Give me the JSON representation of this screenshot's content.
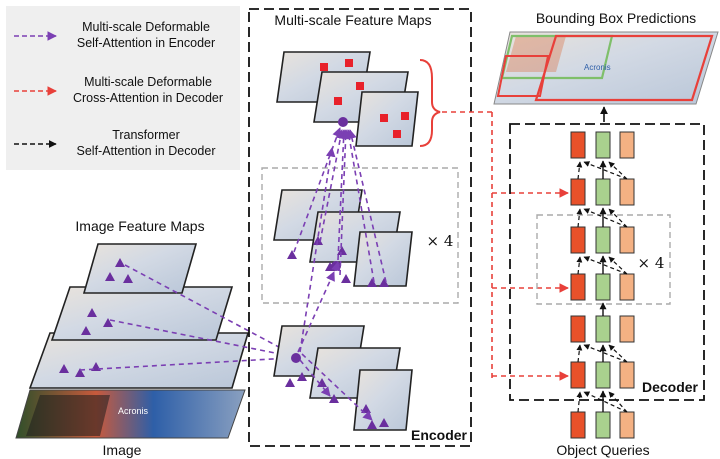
{
  "legend": {
    "items": [
      {
        "line1": "Multi-scale Deformable",
        "line2": "Self-Attention in Encoder",
        "color": "#7b3fb3"
      },
      {
        "line1": "Multi-scale Deformable",
        "line2": "Cross-Attention in Decoder",
        "color": "#e8403a"
      },
      {
        "line1": "Transformer",
        "line2": "Self-Attention in Decoder",
        "color": "#111111"
      }
    ]
  },
  "labels": {
    "image_feature_maps": "Image Feature Maps",
    "image": "Image",
    "multi_scale_feature_maps": "Multi-scale Feature Maps",
    "encoder": "Encoder",
    "repeat_encoder": "× 4",
    "bounding_box_predictions": "Bounding Box Predictions",
    "decoder": "Decoder",
    "repeat_decoder": "× 4",
    "object_queries": "Object Queries",
    "jersey_text": "Acronis"
  },
  "colors": {
    "purple": "#7b3fb3",
    "red": "#e8403a",
    "black": "#111111",
    "token_red": "#e8512a",
    "token_green": "#a9d18e",
    "token_peach": "#f4b183",
    "dashed_gray": "#aaaaaa"
  },
  "icons": [
    "up-arrow-icon",
    "triangle-point-icon",
    "circle-query-icon",
    "square-sample-icon"
  ]
}
